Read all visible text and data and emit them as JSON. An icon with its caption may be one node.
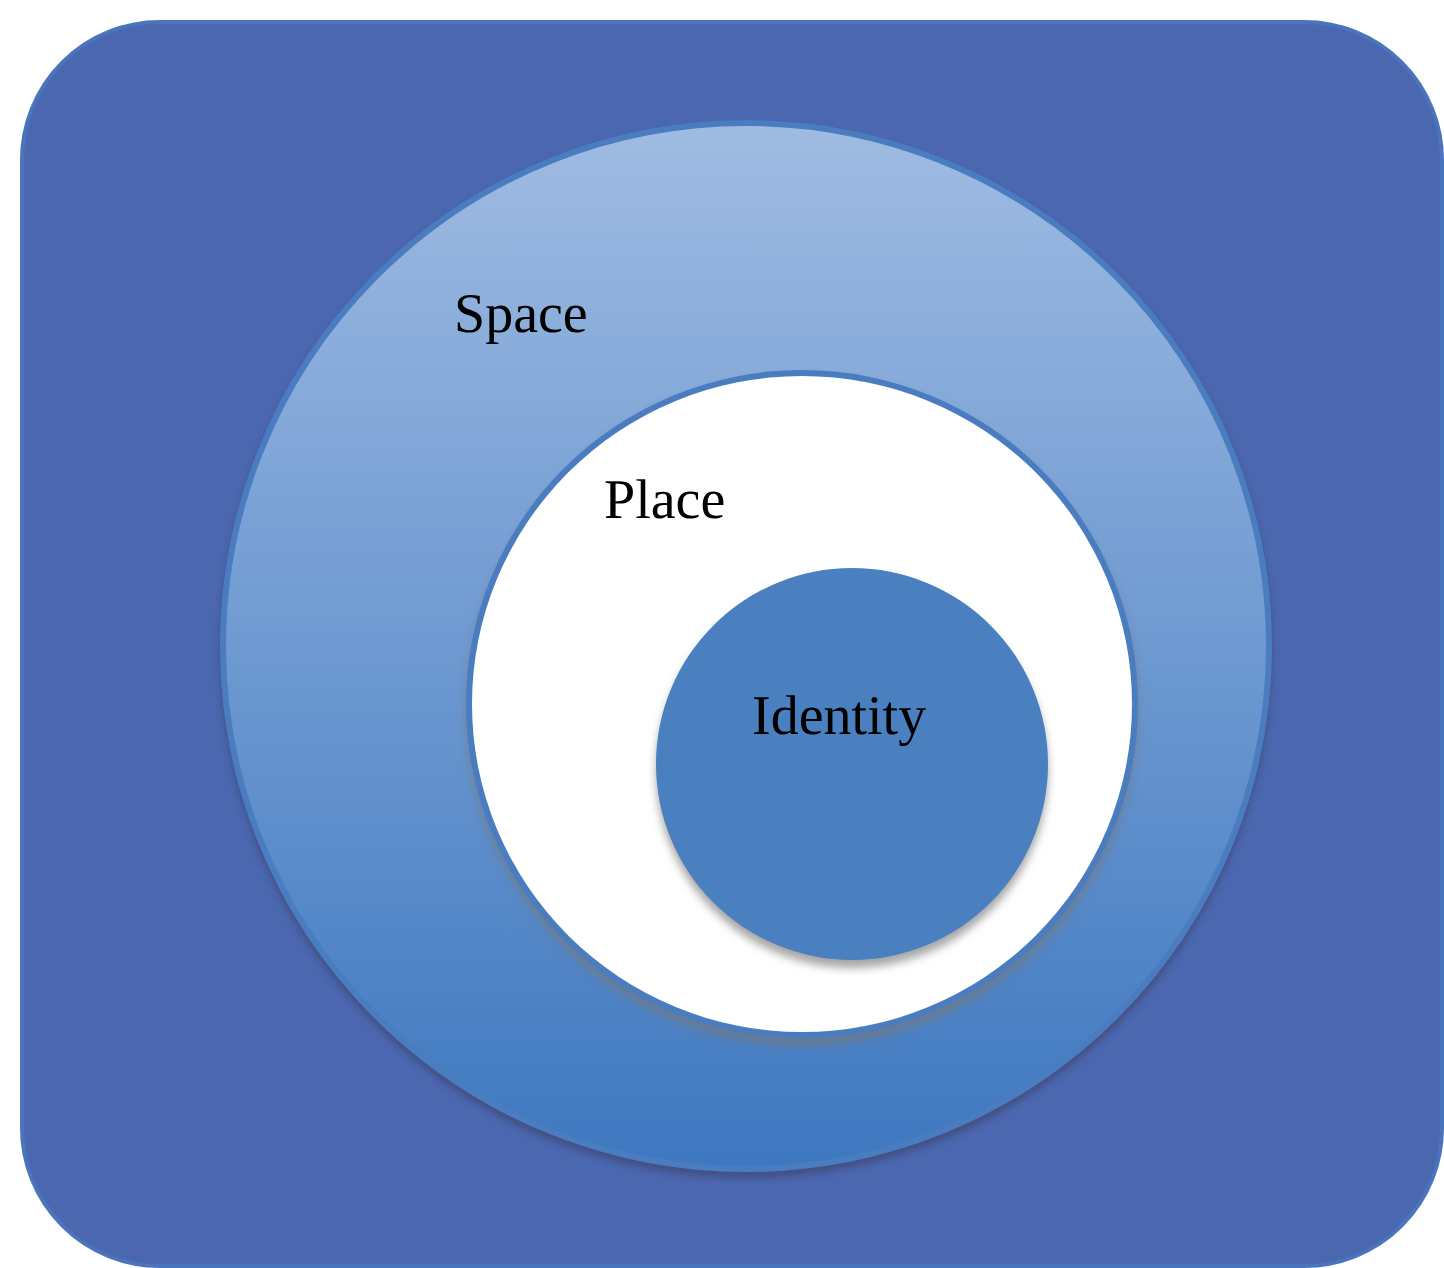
{
  "diagram": {
    "nodes": [
      {
        "text": [],
        "shape": "box"
      },
      {
        "text": [
          "Space"
        ],
        "in": 0
      },
      {
        "text": [
          "Place"
        ],
        "in": 1
      },
      {
        "text": [
          "Identity"
        ],
        "in": 2
      }
    ]
  }
}
